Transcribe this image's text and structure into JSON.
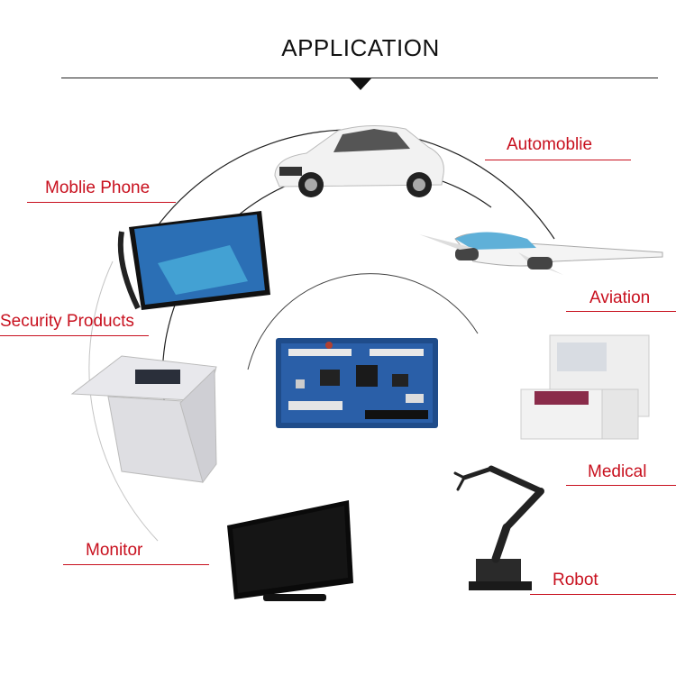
{
  "title": "APPLICATION",
  "colors": {
    "accent": "#c8101e",
    "line": "#222222"
  },
  "center_image": "circuit-board",
  "applications": [
    {
      "label": "Automoblie",
      "icon": "car-icon"
    },
    {
      "label": "Aviation",
      "icon": "airplane-icon"
    },
    {
      "label": "Medical",
      "icon": "medical-analyzer-icon"
    },
    {
      "label": "Robot",
      "icon": "robot-arm-icon"
    },
    {
      "label": "Monitor",
      "icon": "monitor-icon"
    },
    {
      "label": "Security Products",
      "icon": "security-console-icon"
    },
    {
      "label": "Moblie Phone",
      "icon": "foldable-phone-icon"
    }
  ]
}
